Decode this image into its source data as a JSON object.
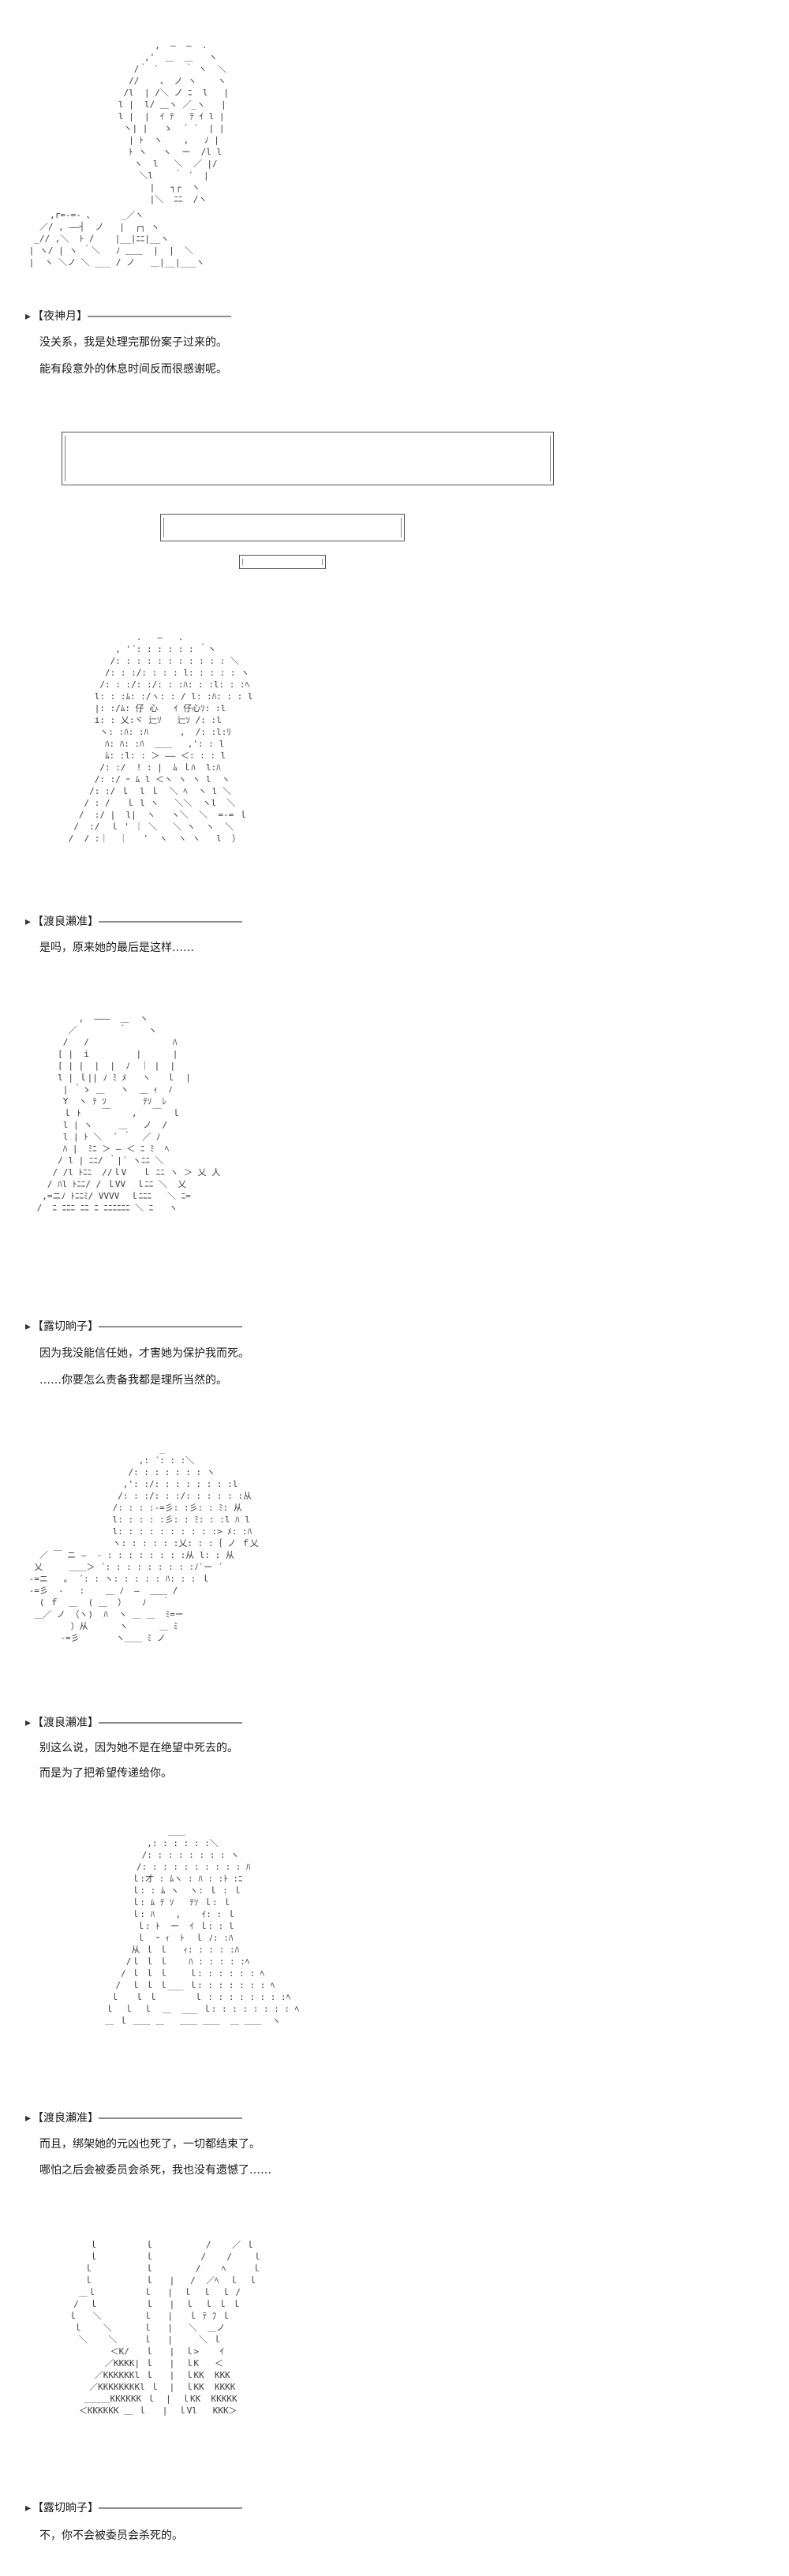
{
  "panels": [
    {
      "speaker": "【夜神月】",
      "dashes": "―――――――――――――",
      "lines": [
        "没关系，我是处理完那份案子过来的。",
        "能有段意外的休息时间反而很感谢呢。"
      ]
    },
    {
      "speaker": "【渡良瀬准】",
      "dashes": "―――――――――――――",
      "lines": [
        "是吗，原来她的最后是这样……"
      ]
    },
    {
      "speaker": "【露切晌子】",
      "dashes": "―――――――――――――",
      "lines": [
        "因为我没能信任她，才害她为保护我而死。",
        "……你要怎么责备我都是理所当然的。"
      ]
    },
    {
      "speaker": "【渡良瀬准】",
      "dashes": "―――――――――――――",
      "lines": [
        "别这么说，因为她不是在绝望中死去的。",
        "而是为了把希望传递给你。"
      ]
    },
    {
      "speaker": "【渡良瀬准】",
      "dashes": "―――――――――――――",
      "lines": [
        "而且，绑架她的元凶也死了，一切都结束了。",
        "哪怕之后会被委员会杀死，我也没有遗憾了……"
      ]
    },
    {
      "speaker": "【露切晌子】",
      "dashes": "―――――――――――――",
      "lines": [
        "不，你不会被委员会杀死的。"
      ]
    }
  ]
}
